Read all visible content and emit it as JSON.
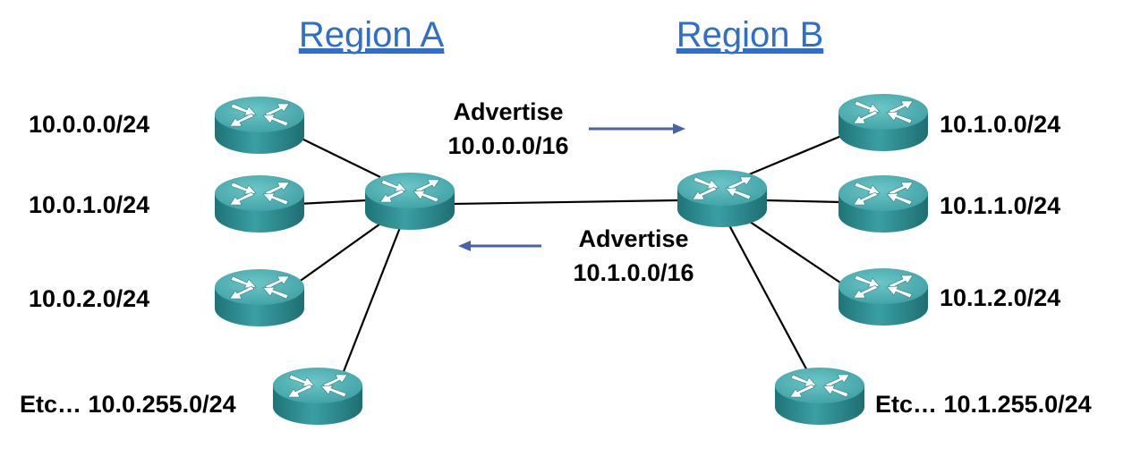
{
  "regions": {
    "a": {
      "title": "Region A"
    },
    "b": {
      "title": "Region B"
    }
  },
  "networks_a": [
    {
      "label": "10.0.0.0/24"
    },
    {
      "label": "10.0.1.0/24"
    },
    {
      "label": "10.0.2.0/24"
    },
    {
      "label": "Etc… 10.0.255.0/24"
    }
  ],
  "networks_b": [
    {
      "label": "10.1.0.0/24"
    },
    {
      "label": "10.1.1.0/24"
    },
    {
      "label": "10.1.2.0/24"
    },
    {
      "label": "Etc… 10.1.255.0/24"
    }
  ],
  "advertisements": {
    "to_b": {
      "verb": "Advertise",
      "prefix": "10.0.0.0/16"
    },
    "to_a": {
      "verb": "Advertise",
      "prefix": "10.1.0.0/16"
    }
  },
  "colors": {
    "title": "#2f6ecb",
    "arrow": "#4a63a8",
    "router_top": "#4fb3b6",
    "router_side": "#2a8b8f",
    "router_dark": "#1f6f72"
  },
  "icons": {
    "router": "router-icon"
  }
}
